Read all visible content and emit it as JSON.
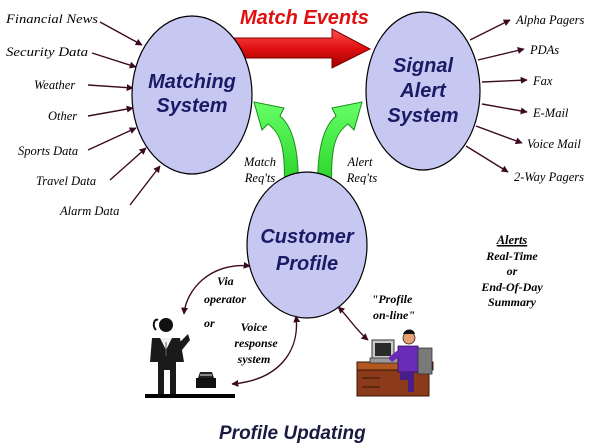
{
  "titles": {
    "match_events": "Match Events",
    "profile_updating": "Profile Updating"
  },
  "nodes": {
    "matching_system": [
      "Matching",
      "System"
    ],
    "signal_alert_system": [
      "Signal",
      "Alert",
      "System"
    ],
    "customer_profile": [
      "Customer",
      "Profile"
    ]
  },
  "inputs": [
    "Financial News",
    "Security Data",
    "Weather",
    "Other",
    "Sports Data",
    "Travel Data",
    "Alarm Data"
  ],
  "outputs": [
    "Alpha Pagers",
    "PDAs",
    "Fax",
    "E-Mail",
    "Voice Mail",
    "2-Way Pagers"
  ],
  "requirements": {
    "match": [
      "Match",
      "Req'ts"
    ],
    "alert": [
      "Alert",
      "Req'ts"
    ]
  },
  "update_channels": {
    "operator": [
      "Via",
      "operator",
      "or"
    ],
    "voice": [
      "Voice",
      "response",
      "system"
    ],
    "online": [
      "\"Profile",
      "on-line\""
    ]
  },
  "alerts": {
    "heading": "Alerts",
    "lines": [
      "Real-Time",
      "or",
      "End-Of-Day",
      "Summary"
    ]
  },
  "colors": {
    "ellipse_fill": "#c6c8f2",
    "ellipse_stroke": "#000000",
    "arrow_dark": "#3c0a22",
    "arrow_red": "#e01010",
    "arrow_green": "#33ee33",
    "node_text": "#1a1a66"
  },
  "icons": {
    "operator": "person-phone-icon",
    "online_user": "computer-user-icon"
  }
}
